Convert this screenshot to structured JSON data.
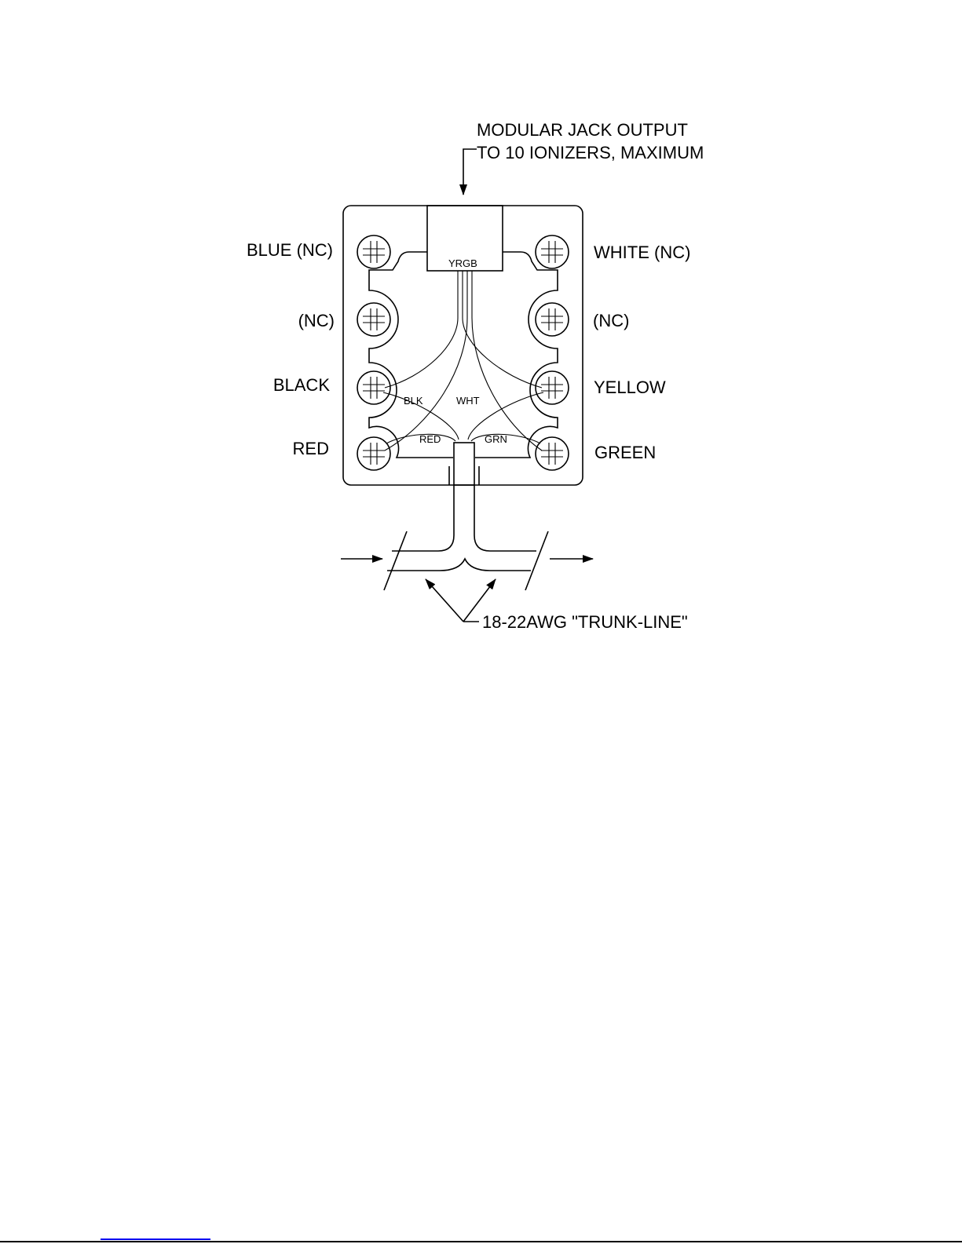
{
  "callouts": {
    "jack_line1": "MODULAR JACK OUTPUT",
    "jack_line2": "TO 10 IONIZERS, MAXIMUM",
    "trunk": "18-22AWG \"TRUNK-LINE\""
  },
  "jack_label": "YRGB",
  "terminals_left": [
    "BLUE (NC)",
    "(NC)",
    "BLACK",
    "RED"
  ],
  "terminals_right": [
    "WHITE (NC)",
    "(NC)",
    "YELLOW",
    "GREEN"
  ],
  "wire_labels": {
    "blk": "BLK",
    "wht": "WHT",
    "red": "RED",
    "grn": "GRN"
  },
  "colors": {
    "line": "#000000",
    "link": "#0000ee"
  }
}
